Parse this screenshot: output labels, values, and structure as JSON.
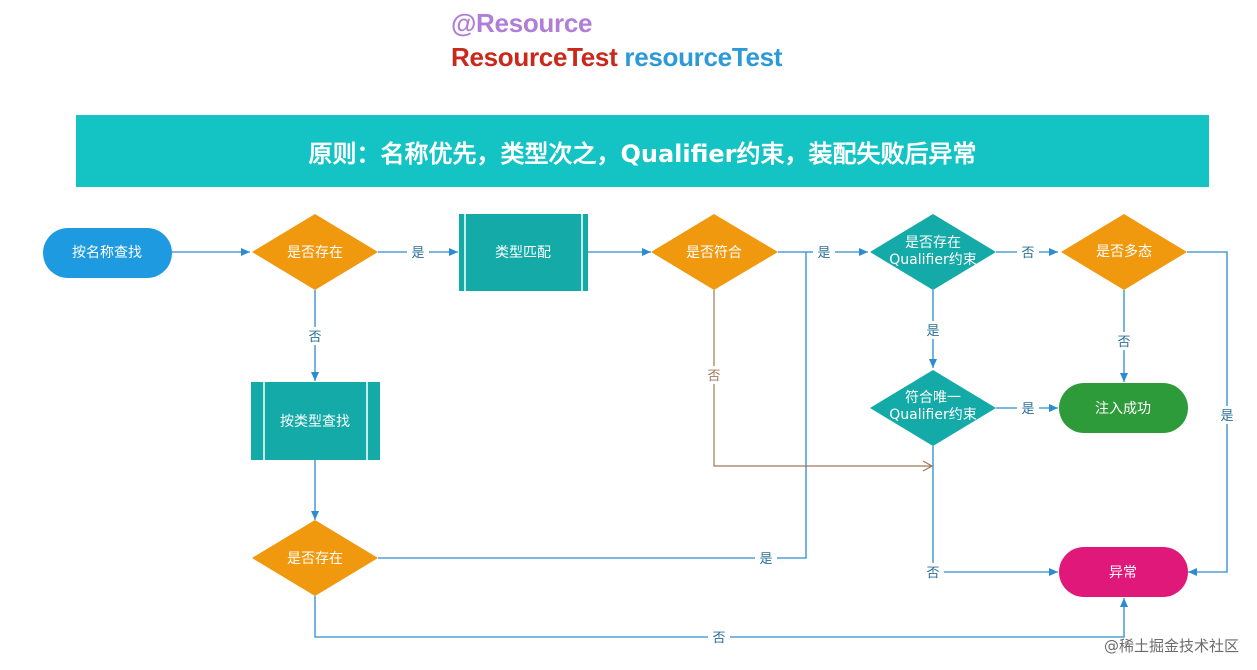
{
  "header": {
    "annotation": "@Resource",
    "type_name": "ResourceTest",
    "var_name": "resourceTest"
  },
  "banner": "原则：名称优先，类型次之，Qualifier约束，装配失败后异常",
  "nodes": {
    "find_by_name": "按名称查找",
    "exists_1": "是否存在",
    "type_match": "类型匹配",
    "matches": "是否符合",
    "has_qualifier_1": "是否存在",
    "has_qualifier_2": "Qualifier约束",
    "polymorphic": "是否多态",
    "find_by_type": "按类型查找",
    "unique_qualifier_1": "符合唯一",
    "unique_qualifier_2": "Qualifier约束",
    "inject_success": "注入成功",
    "exists_2": "是否存在",
    "exception": "异常"
  },
  "edge_labels": {
    "e1": "是",
    "e2": "是",
    "e3": "否",
    "e4": "否",
    "e5": "否",
    "e6": "是",
    "e7": "否",
    "e8": "是",
    "e9": "是",
    "e10": "是",
    "e11": "否",
    "e12": "否"
  },
  "colors": {
    "terminal_blue": "#1e9be0",
    "decision_orange": "#f0990e",
    "process_teal": "#13aaa8",
    "decision_teal": "#13aaa8",
    "success_green": "#2e9b3a",
    "exception_pink": "#e0187a",
    "banner": "#14c3c3",
    "annotation_purple": "#b07ed6",
    "type_red": "#c9281b",
    "var_blue": "#2d9ad8"
  },
  "watermark": "@稀土掘金技术社区"
}
